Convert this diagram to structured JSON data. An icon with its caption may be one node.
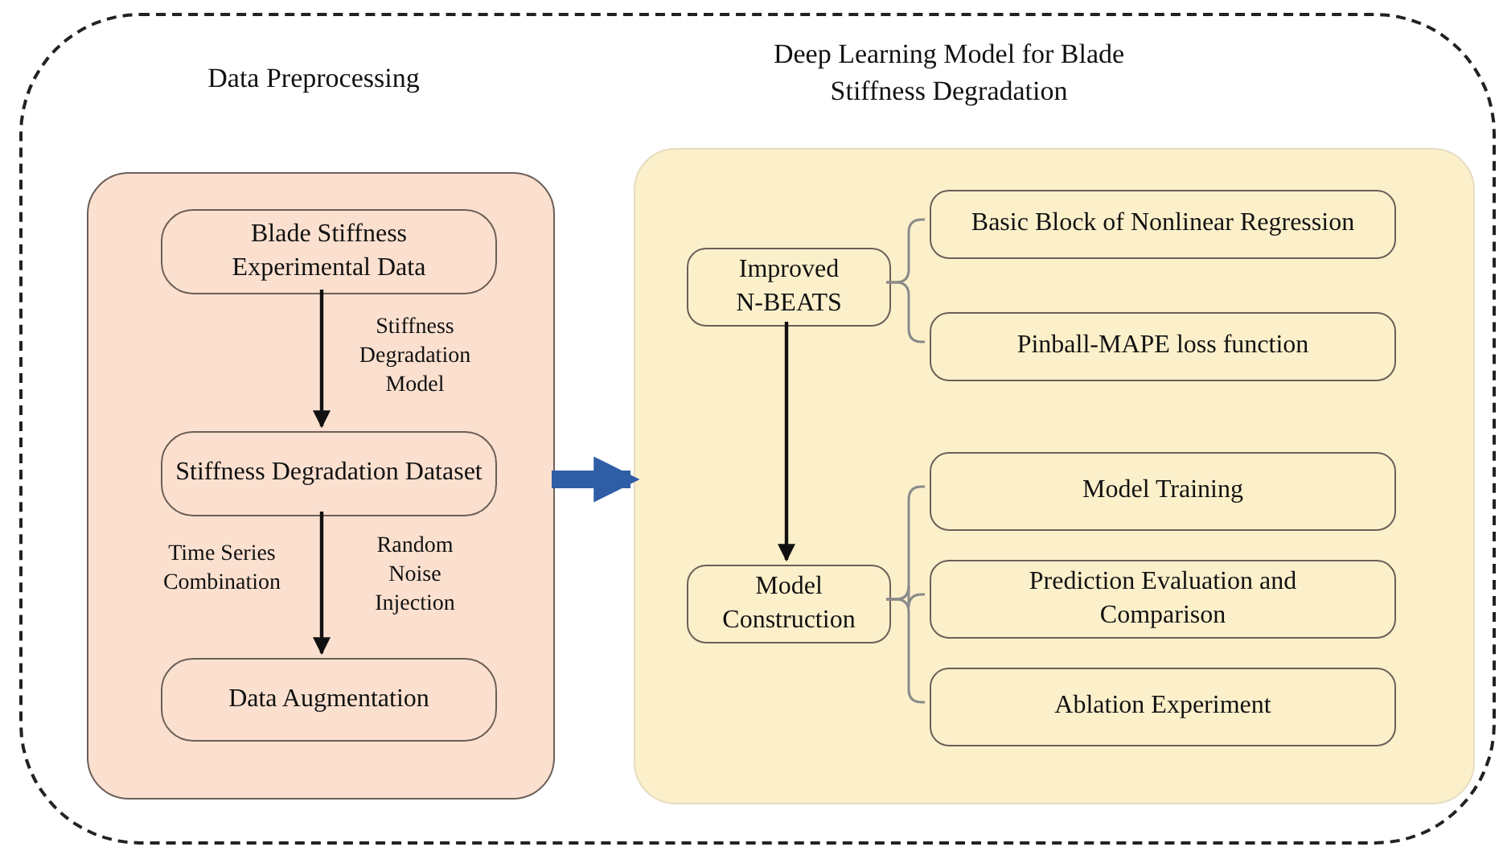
{
  "diagram": {
    "nodes": [
      {
        "text": [],
        "shape": "box"
      },
      {
        "text": [
          "Data Preprocessing"
        ],
        "in": 0
      },
      {
        "text": [
          "Blade Stiffness Experimental Data"
        ],
        "in": 1
      },
      {
        "text": [
          "Stiffness Degradation Dataset"
        ],
        "in": 1
      },
      {
        "text": [
          "Data Augmentation"
        ],
        "in": 1
      },
      {
        "text": [
          "Deep Learning Model for Blade Stiffness Degradation"
        ],
        "in": 0
      },
      {
        "text": [
          "Improved N-BEATS"
        ],
        "in": 5
      },
      {
        "text": [
          "Basic Block of Nonlinear Regression"
        ],
        "in": 5
      },
      {
        "text": [
          "Pinball-MAPE loss function"
        ],
        "in": 5
      },
      {
        "text": [
          "Model Construction"
        ],
        "in": 5
      },
      {
        "text": [
          "Model Training"
        ],
        "in": 5
      },
      {
        "text": [
          "Prediction Evaluation and Comparison"
        ],
        "in": 5
      },
      {
        "text": [
          "Ablation Experiment"
        ],
        "in": 5
      }
    ],
    "edges": [
      {
        "from": 2,
        "to": 3,
        "arrow": "to",
        "label": "Stiffness Degradation Model",
        "color": "#111111"
      },
      {
        "from": 3,
        "to": 4,
        "arrow": "to",
        "label": "Time Series Combination",
        "color": "#111111"
      },
      {
        "from": 1,
        "to": 5,
        "arrow": "to",
        "style": "thick",
        "color": "#2f5ea6"
      },
      {
        "from": 6,
        "to": 7,
        "arrow": "none"
      },
      {
        "from": 6,
        "to": 8,
        "arrow": "none"
      },
      {
        "from": 6,
        "to": 9,
        "arrow": "to",
        "color": "#111111"
      },
      {
        "from": 9,
        "to": 10,
        "arrow": "none"
      },
      {
        "from": 9,
        "to": 11,
        "arrow": "none"
      },
      {
        "from": 9,
        "to": 12,
        "arrow": "none"
      }
    ],
    "labels": [
      "Random Noise Injection"
    ]
  }
}
